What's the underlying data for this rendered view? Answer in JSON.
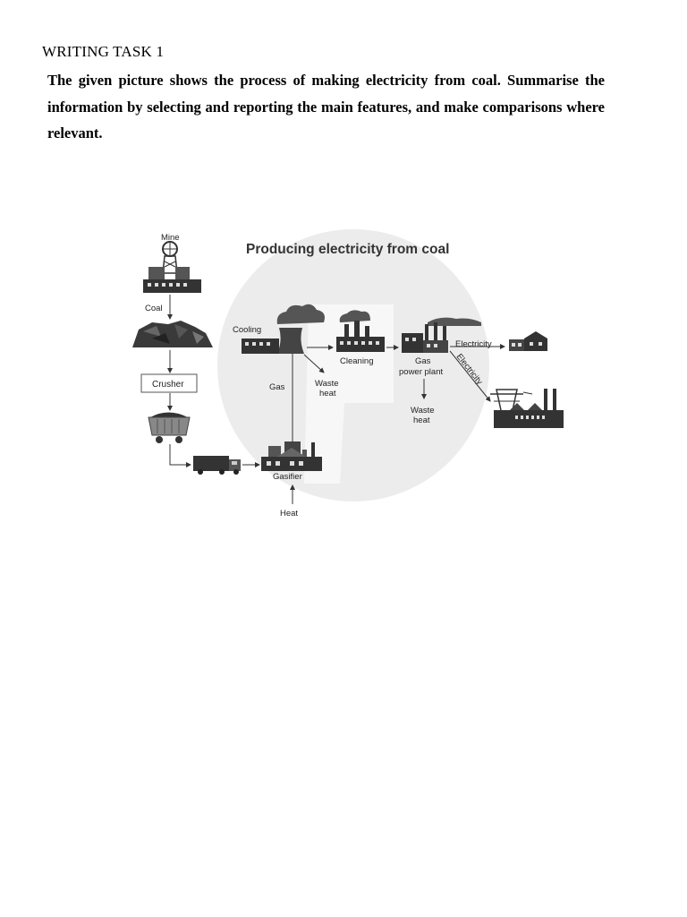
{
  "heading": "WRITING TASK 1",
  "prompt": "The given picture shows the process of making electricity from coal. Summarise the information by selecting and reporting the main features, and make comparisons where relevant.",
  "diagram": {
    "title": "Producing electricity from coal",
    "labels": {
      "mine": "Mine",
      "coal": "Coal",
      "crusher": "Crusher",
      "gasifier": "Gasifier",
      "heat": "Heat",
      "gas": "Gas",
      "waste_heat_1a": "Waste",
      "waste_heat_1b": "heat",
      "cooling": "Cooling",
      "cleaning": "Cleaning",
      "gas_plant_a": "Gas",
      "gas_plant_b": "power plant",
      "waste_heat_2a": "Waste",
      "waste_heat_2b": "heat",
      "electricity_1": "Electricity",
      "electricity_2": "Electricity"
    },
    "icons": [
      "mine-icon",
      "coal-pile-icon",
      "coal-cart-icon",
      "truck-icon",
      "gasifier-icon",
      "cooling-tower-icon",
      "cleaning-factory-icon",
      "gas-power-plant-icon",
      "house-icon",
      "pylon-factory-icon"
    ]
  }
}
